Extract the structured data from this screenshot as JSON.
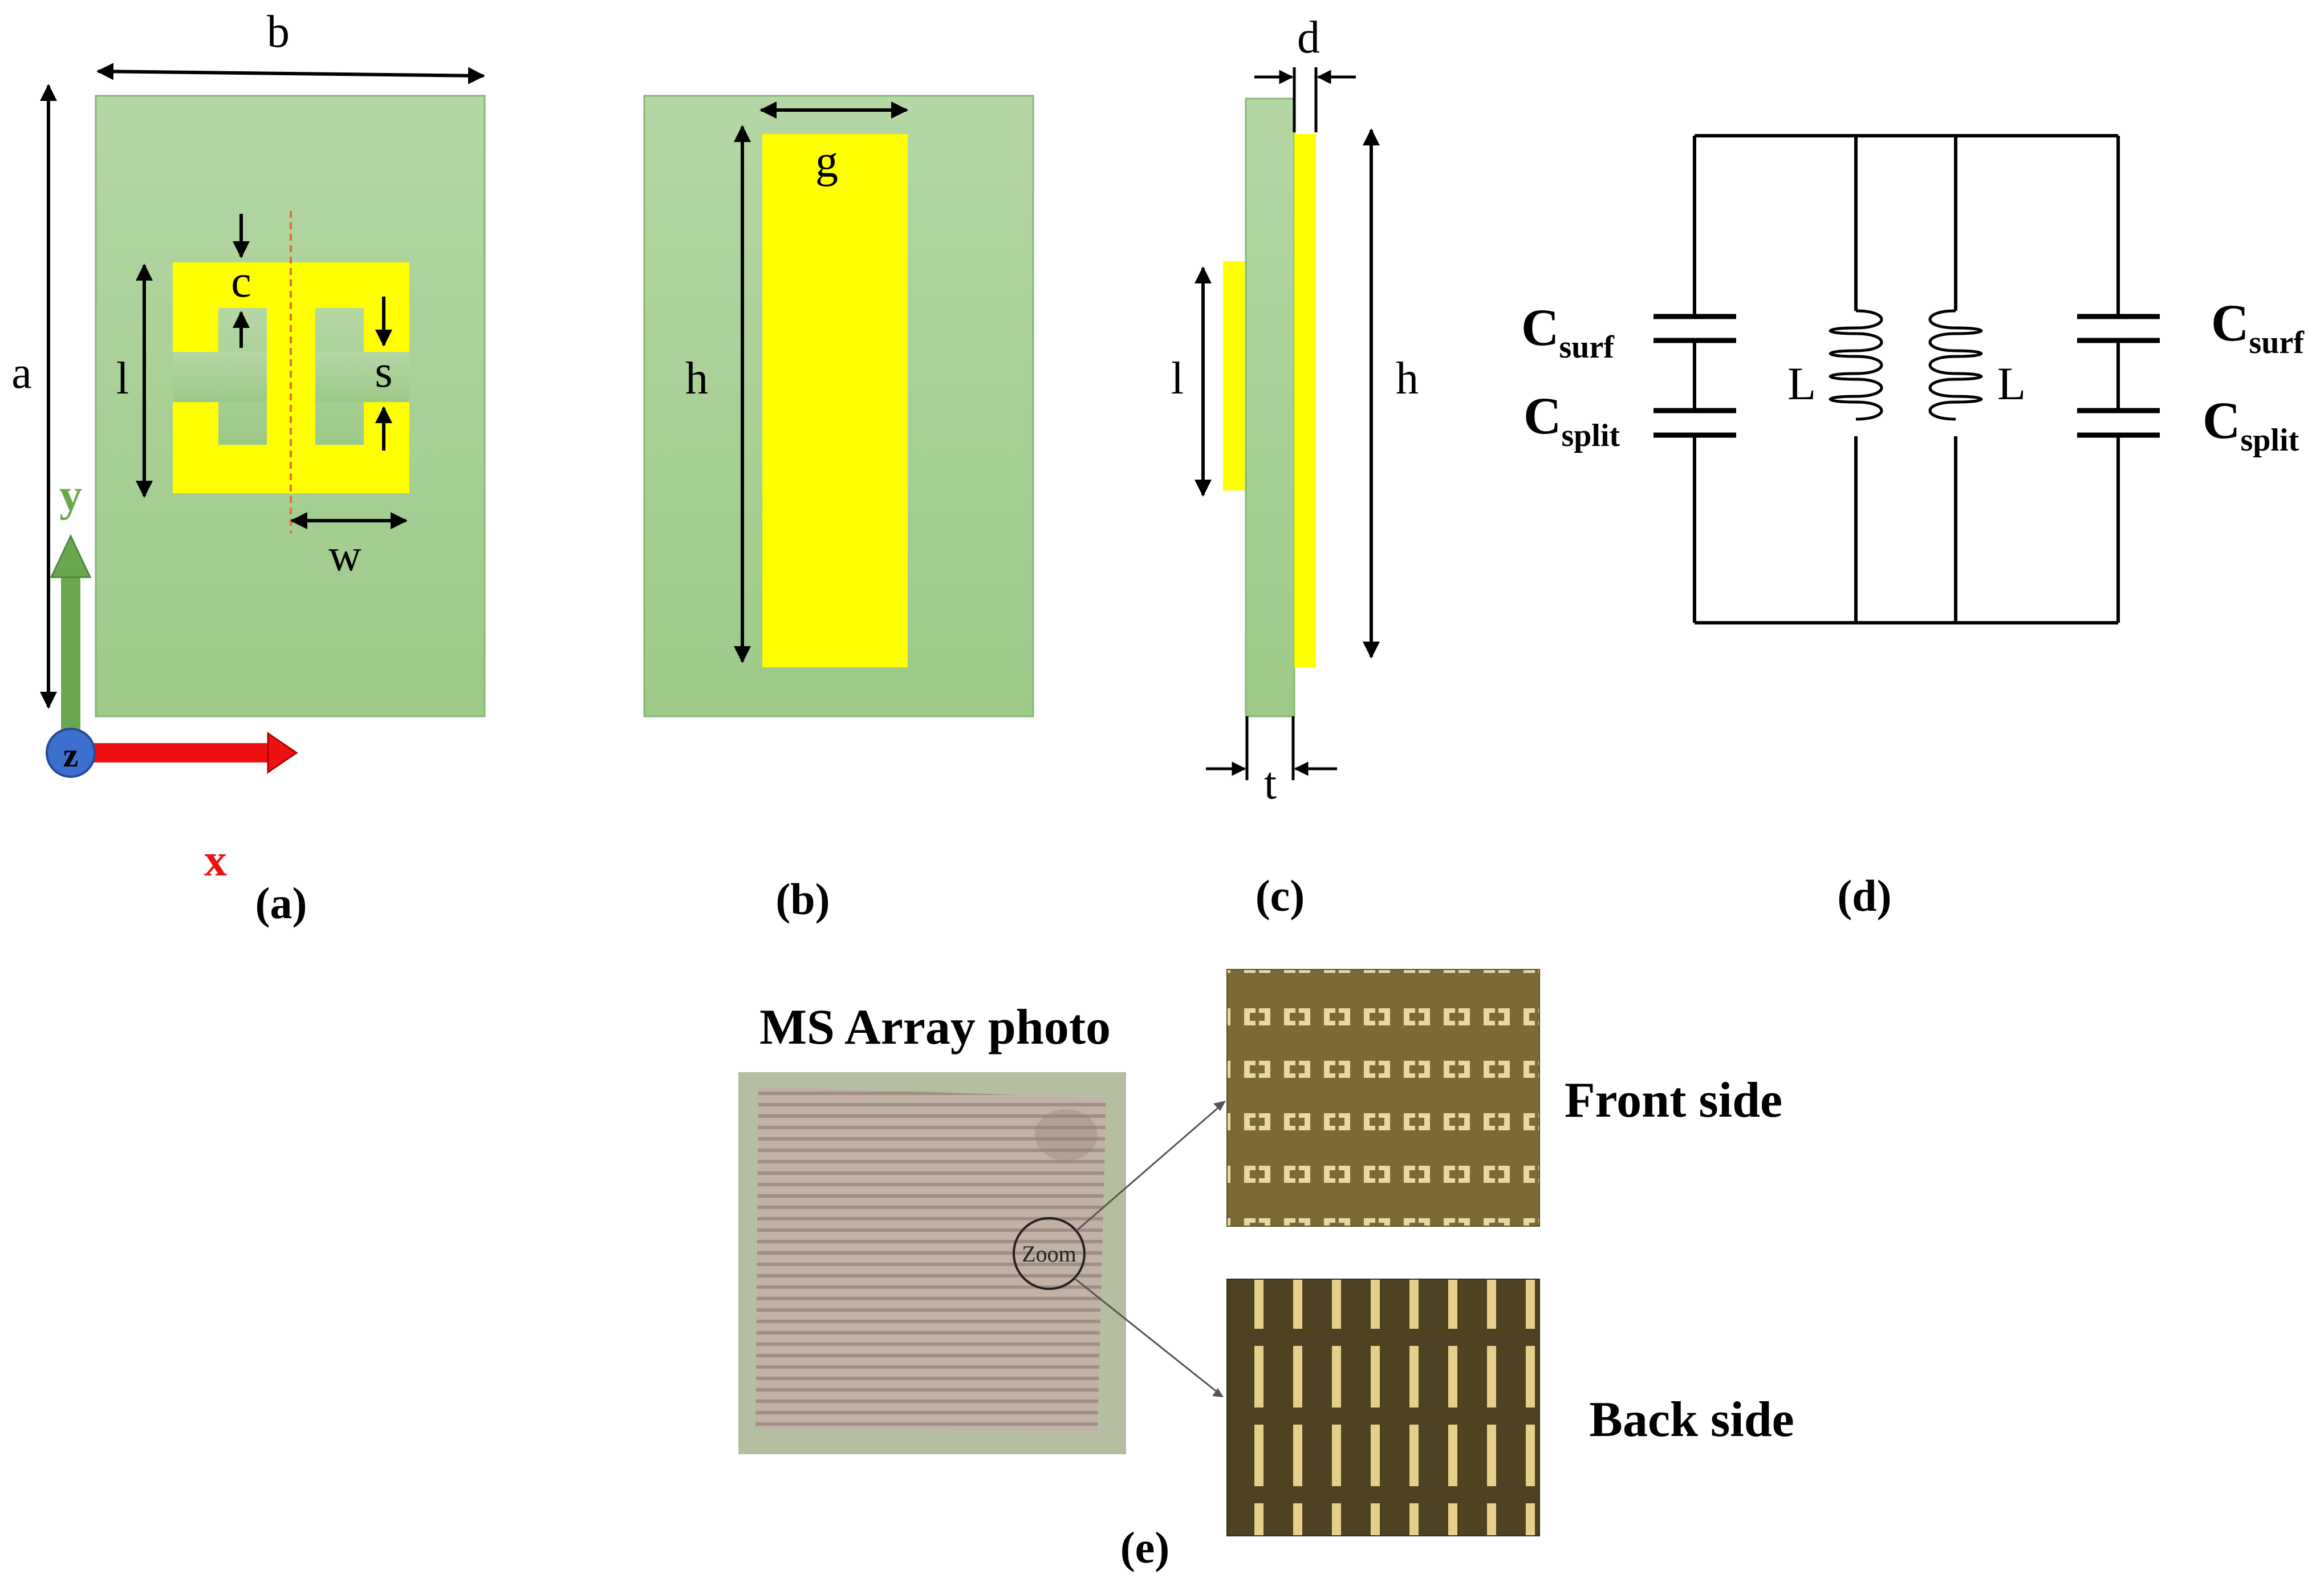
{
  "colors": {
    "substrate": "#a7d096",
    "metal": "#ffff00",
    "y_axis": "#6aa84f",
    "x_axis": "#ee1111",
    "z_axis": "#3d6fcf",
    "dashed_line": "#e07030"
  },
  "panel_a": {
    "dim_b": "b",
    "dim_a": "a",
    "dim_l": "l",
    "dim_c": "c",
    "dim_s": "s",
    "dim_w": "w",
    "axis_y": "y",
    "axis_x": "x",
    "axis_z": "z",
    "caption": "(a)"
  },
  "panel_b": {
    "dim_g": "g",
    "dim_h": "h",
    "caption": "(b)"
  },
  "panel_c": {
    "dim_d": "d",
    "dim_l": "l",
    "dim_h": "h",
    "dim_t": "t",
    "caption": "(c)"
  },
  "panel_d": {
    "c_left": "C",
    "c_surf_sub": "surf",
    "c_split_sub": "split",
    "inductor_label": "L",
    "caption": "(d)"
  },
  "panel_e": {
    "photo_title": "MS Array photo",
    "zoom_label": "Zoom",
    "front_label": "Front side",
    "back_label": "Back side",
    "caption": "(e)"
  }
}
